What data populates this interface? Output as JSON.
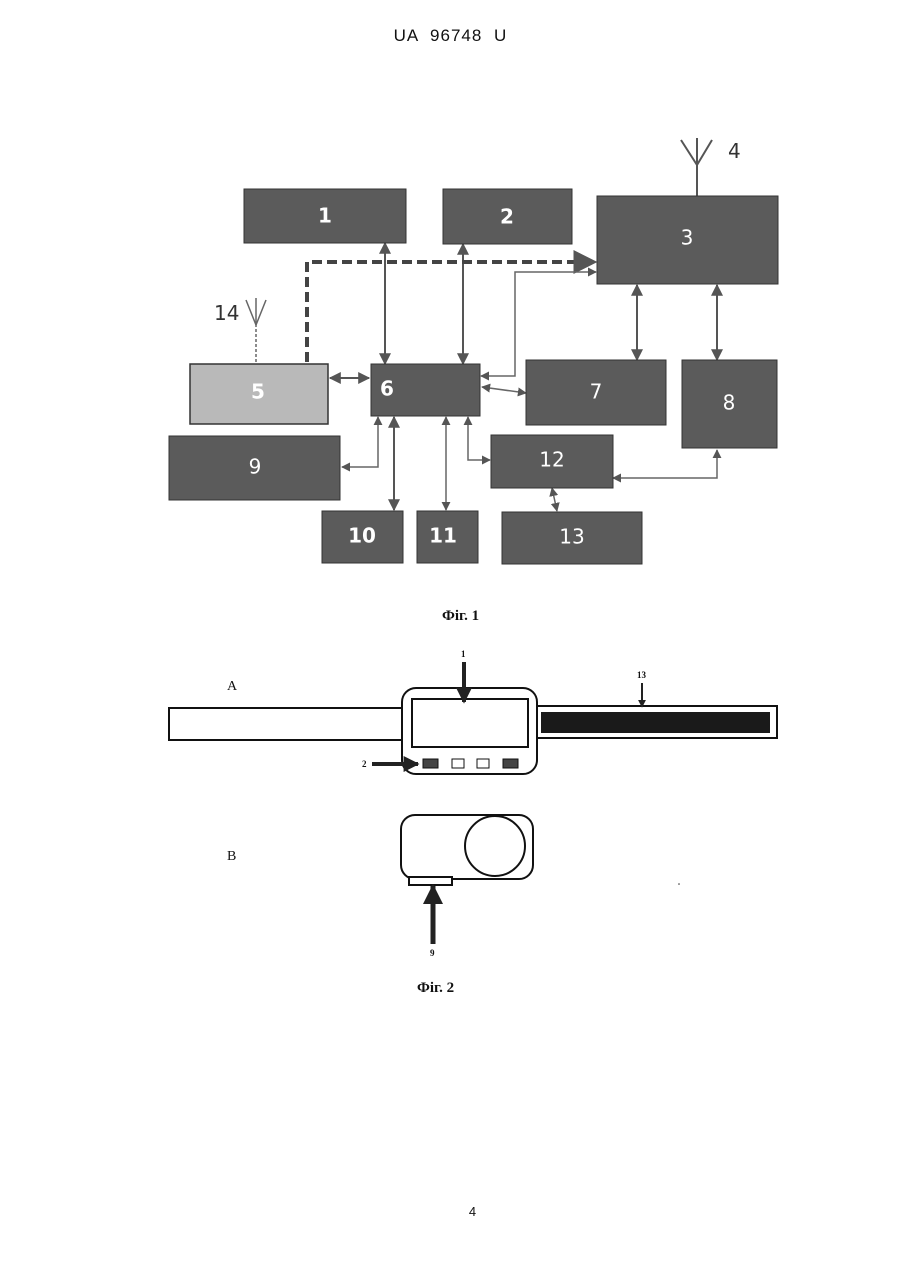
{
  "header": {
    "patent_number": "UA   96748   U"
  },
  "fig1": {
    "caption": "Фіг. 1",
    "blocks": [
      "1",
      "2",
      "3",
      "5",
      "6",
      "7",
      "8",
      "9",
      "10",
      "11",
      "12",
      "13"
    ],
    "antenna_labels": {
      "antenna_4": "4",
      "antenna_14": "14"
    }
  },
  "fig2": {
    "caption": "Фіг. 2",
    "view_a_label": "A",
    "view_b_label": "B",
    "callouts": {
      "display": "1",
      "buttons": "2",
      "strip": "13",
      "bottom": "9"
    }
  },
  "footer": {
    "page_number": "4"
  }
}
